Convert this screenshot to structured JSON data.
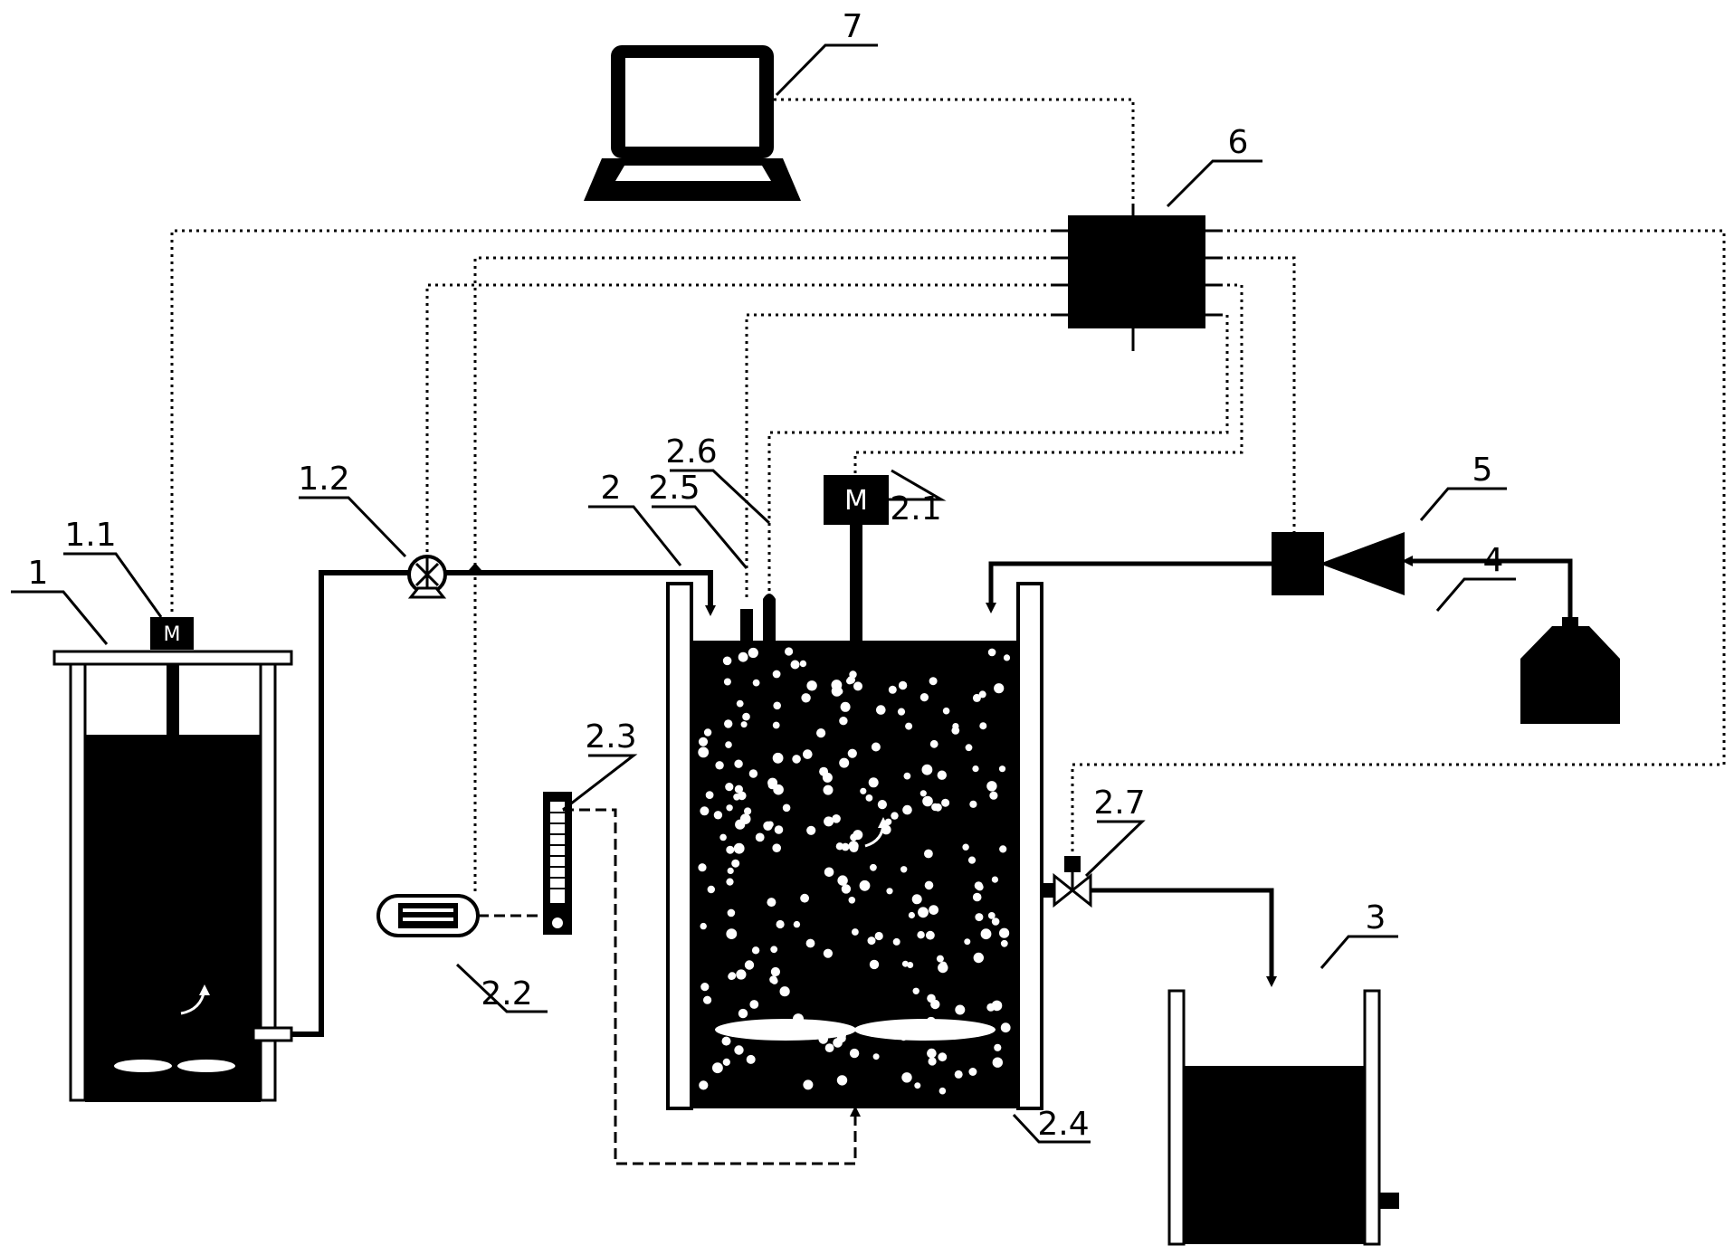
{
  "labels": {
    "c1": "1",
    "c1_1": "1.1",
    "c1_2": "1.2",
    "c2": "2",
    "c2_1": "2.1",
    "c2_2": "2.2",
    "c2_3": "2.3",
    "c2_4": "2.4",
    "c2_5": "2.5",
    "c2_6": "2.6",
    "c2_7": "2.7",
    "c3": "3",
    "c4": "4",
    "c5": "5",
    "c6": "6",
    "c7": "7"
  },
  "motor_letter": "M",
  "colors": {
    "ink": "#000000",
    "paper": "#ffffff",
    "fluid": "#000000"
  }
}
